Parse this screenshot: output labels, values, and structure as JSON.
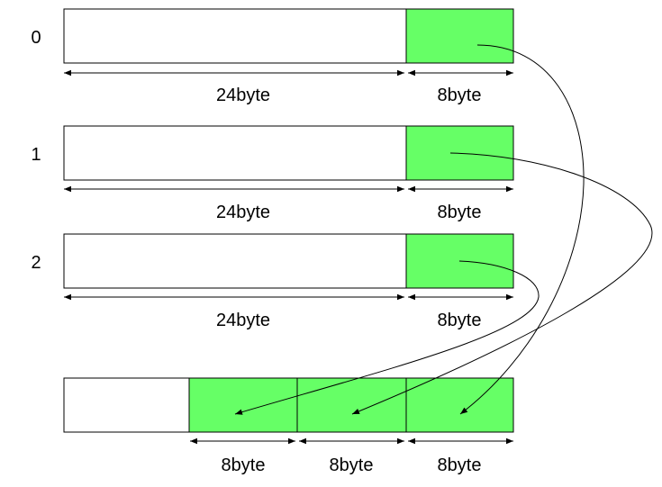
{
  "colors": {
    "highlight": "#66ff66",
    "plain": "#ffffff",
    "stroke": "#000000"
  },
  "rows": [
    {
      "index_label": "0",
      "left_size": "24byte",
      "right_size": "8byte"
    },
    {
      "index_label": "1",
      "left_size": "24byte",
      "right_size": "8byte"
    },
    {
      "index_label": "2",
      "left_size": "24byte",
      "right_size": "8byte"
    }
  ],
  "bottom": {
    "sizes": [
      "8byte",
      "8byte",
      "8byte"
    ]
  }
}
